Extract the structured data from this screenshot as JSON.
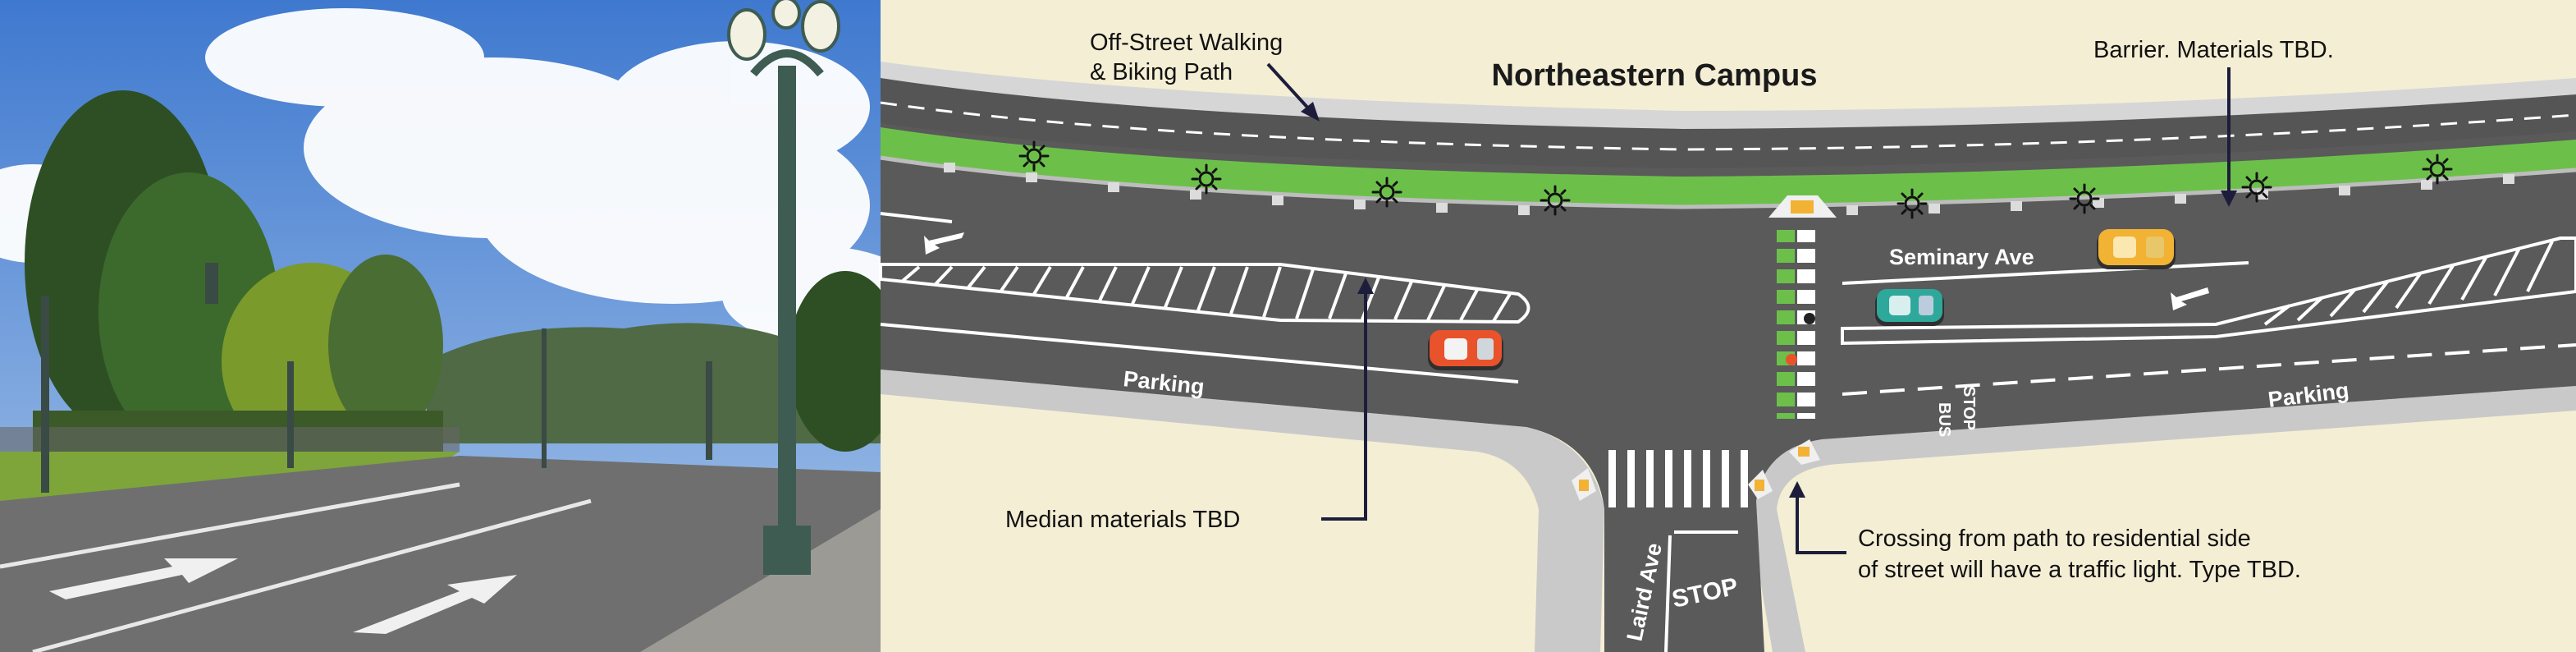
{
  "title": "Northeastern Campus",
  "annotations": {
    "path": [
      "Off-Street Walking",
      "& Biking Path"
    ],
    "barrier": "Barrier. Materials TBD.",
    "median": "Median materials TBD",
    "crossing": [
      "Crossing from path to residential side",
      "of street will have a traffic light. Type TBD."
    ]
  },
  "street_labels": {
    "main": "Seminary Ave",
    "side": "Laird Ave",
    "parking": "Parking",
    "stop": "STOP",
    "bus_stop": [
      "BUS",
      "STOP"
    ]
  },
  "colors": {
    "background": "#f4eed5",
    "asphalt": "#5a5a5a",
    "sidewalk": "#c9c9c9",
    "bike_path": "#6cc04a",
    "car_red": "#e9532c",
    "car_teal": "#2ea89b",
    "car_yellow": "#f2b233",
    "sky": "#5c8fd6"
  },
  "icons": [
    "tree-icon",
    "car-icon",
    "turn-arrow-icon",
    "streetlamp-icon"
  ]
}
